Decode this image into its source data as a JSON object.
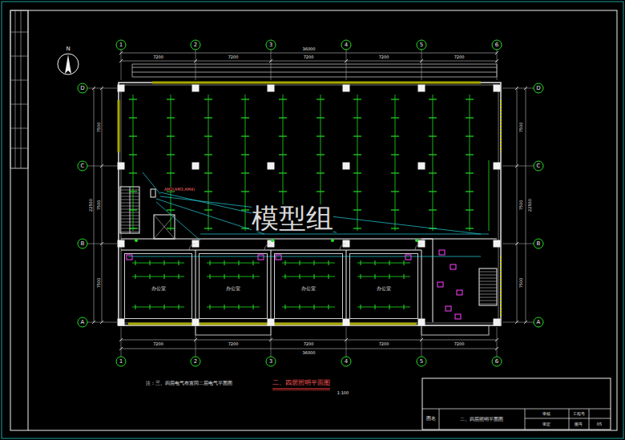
{
  "diagram": {
    "title": "二、四层照明平面图",
    "nodes": [
      {
        "text": [
          "办公室"
        ]
      },
      {
        "text": [
          "办公室"
        ]
      },
      {
        "text": [
          "办公室"
        ]
      },
      {
        "text": [
          "办公室"
        ]
      }
    ],
    "labels": [
      "1",
      "2",
      "3",
      "4",
      "5",
      "6",
      "1",
      "2",
      "3",
      "4",
      "5",
      "6",
      "D",
      "C",
      "B",
      "A",
      "D",
      "C",
      "B",
      "A",
      "7200",
      "7200",
      "7200",
      "7200",
      "7200",
      "36000",
      "7200",
      "7200",
      "7200",
      "7200",
      "7200",
      "36000",
      "7500",
      "7500",
      "7500",
      "22500",
      "7500",
      "7500",
      "7500",
      "22500",
      "N",
      "AM2(AM3,AM4)",
      "1:100",
      "注：三、四层电气布置同二层电气平面图",
      "模型组",
      "图名",
      "二、四层照明平面图",
      "审核",
      "审定",
      "工程号",
      "图号",
      "05"
    ]
  }
}
